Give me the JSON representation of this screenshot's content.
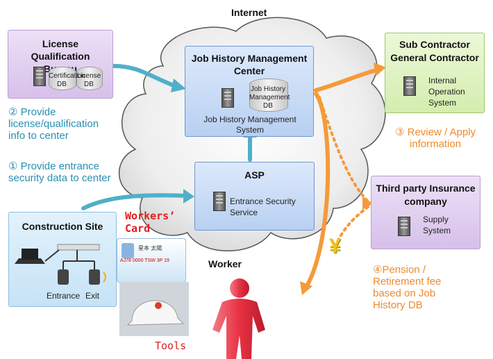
{
  "internet": "Internet",
  "license": {
    "title": "License  Qualification Bureau",
    "db1": "Certification DB",
    "db2": "License DB"
  },
  "center": {
    "title": "Job History Management Center",
    "db": "Job History Management DB",
    "system": "Job History Management System"
  },
  "asp": {
    "title": "ASP",
    "service": "Entrance Security Service"
  },
  "subcontractor": {
    "title": "Sub Contractor General Contractor",
    "system": "Internal Operation System"
  },
  "insurance": {
    "title": "Third party Insurance company",
    "system": "Supply System"
  },
  "site": {
    "title": "Construction Site",
    "entrance": "Entrance",
    "exit": "Exit"
  },
  "steps": {
    "s1": "① Provide entrance security data to center",
    "s2": "② Provide license/qualification info to center",
    "s3": "③ Review / Apply information",
    "s4": "④Pension / Retirement fee based on Job History DB"
  },
  "workers_card": {
    "label": "Workers’ Card",
    "name": "星本 太陽",
    "code": "AJ78  0000  TSW  3P  19"
  },
  "worker": "Worker",
  "tools": "Tools",
  "yen": "¥",
  "colors": {
    "teal_arrow": "#4fb0c8",
    "orange_arrow": "#f59a3a",
    "worker_red": "#e8384a"
  }
}
